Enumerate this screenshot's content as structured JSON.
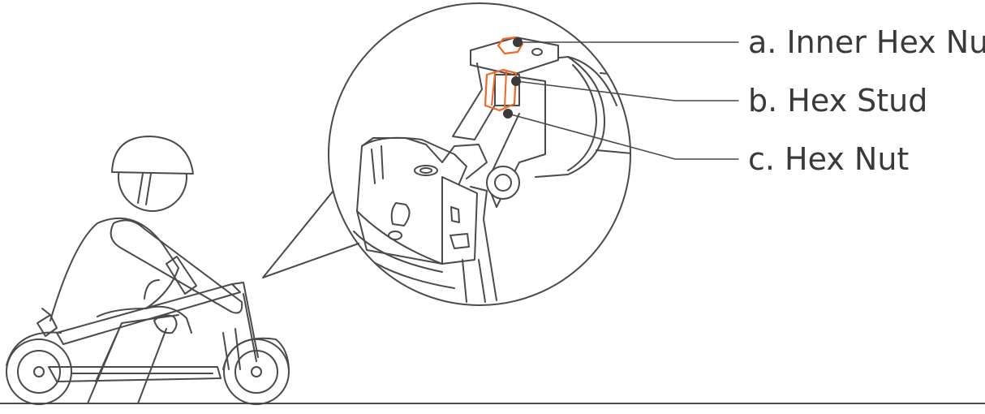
{
  "callouts": {
    "a": {
      "label": "a. Inner Hex Nut"
    },
    "b": {
      "label": "b. Hex Stud"
    },
    "c": {
      "label": "c. Hex Nut"
    }
  },
  "colors": {
    "line": "#4a4a4a",
    "highlight": "#f26522",
    "dot": "#3a3a3a",
    "background": "#ffffff"
  }
}
